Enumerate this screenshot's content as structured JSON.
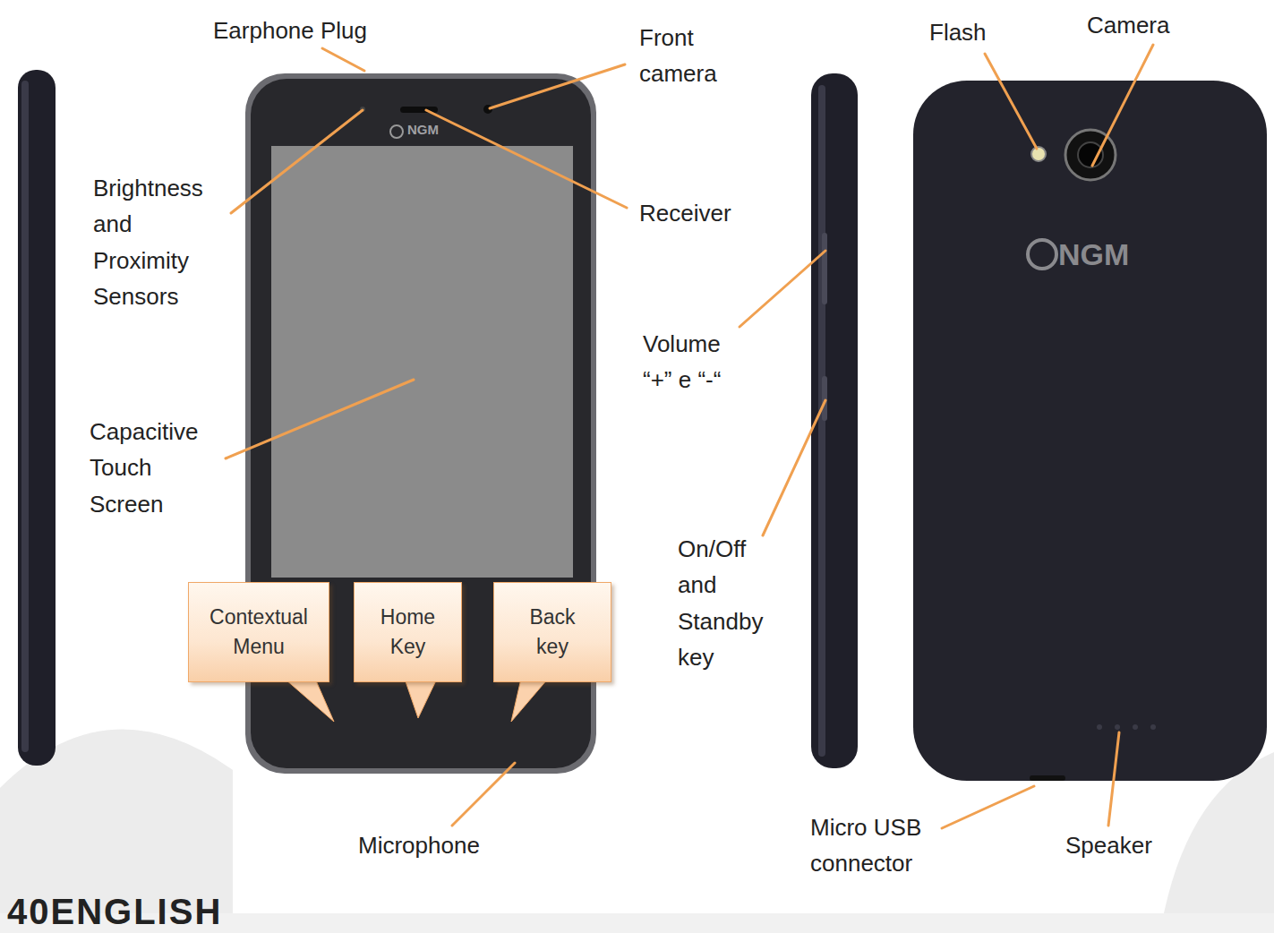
{
  "diagram": {
    "nodes": [
      {
        "text": [
          "Contextual Menu"
        ]
      },
      {
        "text": [
          "Home Key"
        ]
      },
      {
        "text": [
          "Back key"
        ]
      }
    ],
    "labels": [
      "Earphone Plug",
      "Front camera",
      "Brightness and Proximity Sensors",
      "Receiver",
      "Capacitive Touch Screen",
      "Volume “+” e “-“",
      "On/Off and Standby key",
      "Microphone",
      "NGM",
      "Flash",
      "Camera",
      "NGM",
      "Micro USB connector",
      "Speaker",
      "40ENGLISH"
    ]
  }
}
